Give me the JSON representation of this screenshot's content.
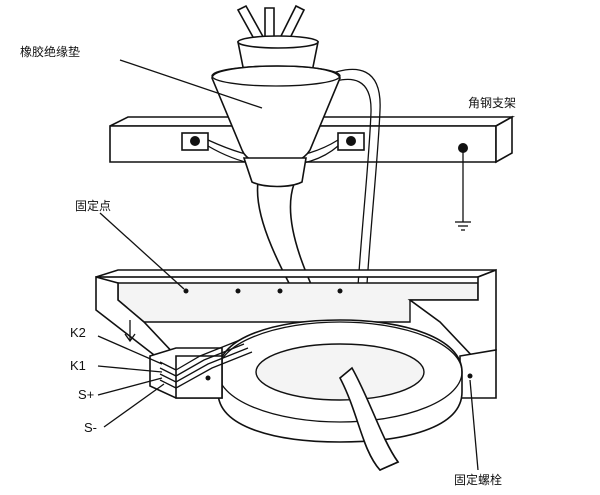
{
  "labels": {
    "rubber_pad": "橡胶绝缘垫",
    "angle_bracket": "角钢支架",
    "fixing_point": "固定点",
    "fixing_bolt": "固定螺栓",
    "k2": "K2",
    "k1": "K1",
    "s_plus": "S+",
    "s_minus": "S-"
  }
}
